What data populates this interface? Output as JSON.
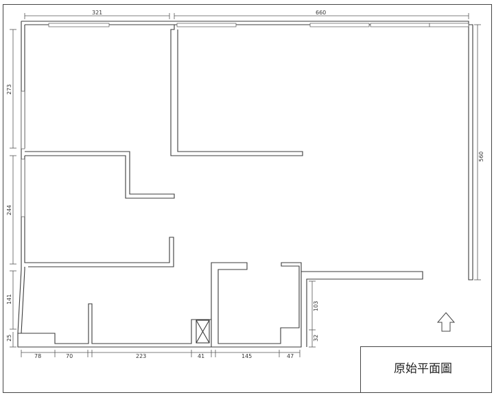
{
  "title": "原始平面圖",
  "dimensions": {
    "top_left": "321",
    "top_right": "660",
    "right": "560",
    "left_upper": "273",
    "left_middle": "244",
    "left_lower": "141",
    "left_bottom": "25",
    "right_lower_upper": "103",
    "right_lower_bottom": "32",
    "bottom": [
      "78",
      "70",
      "223",
      "41",
      "145",
      "47"
    ]
  }
}
